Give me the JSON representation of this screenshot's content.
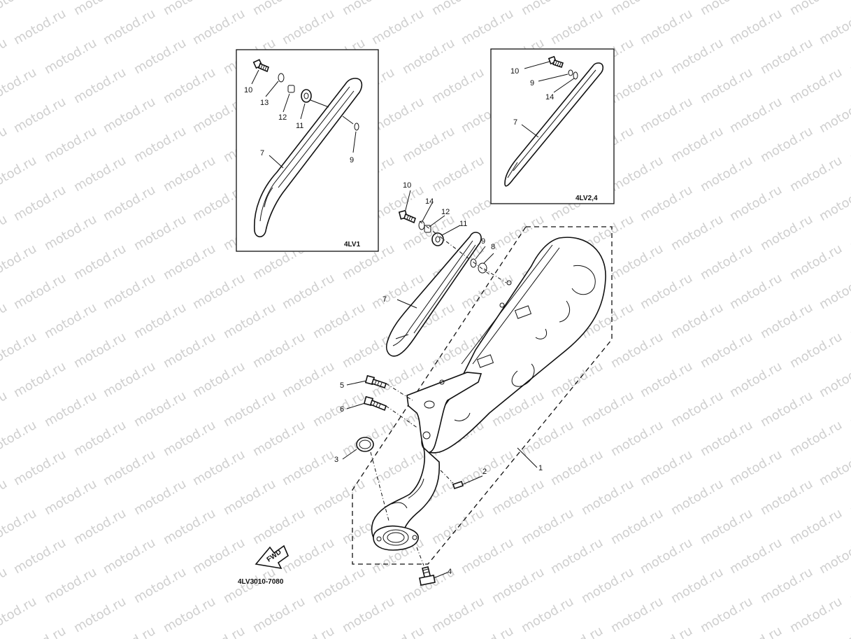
{
  "watermark": {
    "text": "motod.ru"
  },
  "insets": {
    "left_code": "4LV1",
    "right_code": "4LV2,4"
  },
  "callouts": {
    "n1": "1",
    "n2": "2",
    "n3": "3",
    "n4": "4",
    "n5": "5",
    "n6": "6",
    "n7": "7",
    "n8": "8",
    "n9": "9",
    "n10": "10",
    "n11": "11",
    "n12": "12",
    "n13": "13",
    "n14": "14"
  },
  "fwd_label": "FWD",
  "diagram_code": "4LV3010-7080"
}
